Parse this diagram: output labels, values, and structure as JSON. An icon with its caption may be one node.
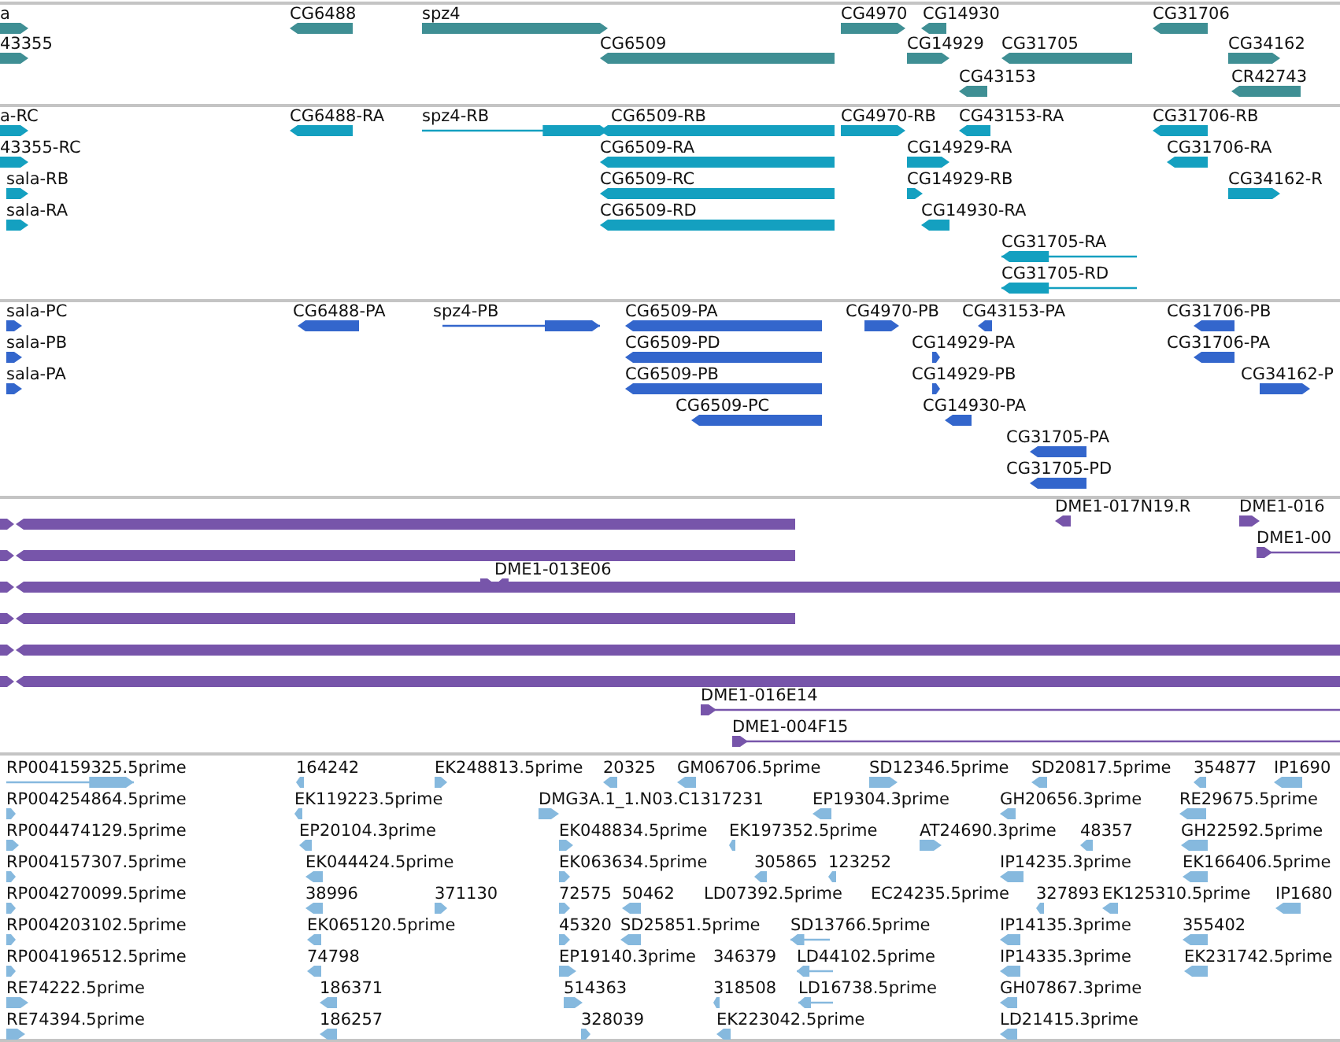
{
  "diagram": {
    "labels": [
      "a",
      "CG6488",
      "spz4",
      "CG4970",
      "CG14930",
      "CG31706",
      "43355",
      "CG6509",
      "CG14929",
      "CG31705",
      "CG34162",
      "CG43153",
      "CR42743",
      "a-RC",
      "CG6488-RA",
      "spz4-RB",
      "CG6509-RB",
      "CG4970-RB",
      "CG43153-RA",
      "CG31706-RB",
      "43355-RC",
      "CG6509-RA",
      "CG14929-RA",
      "CG31706-RA",
      "sala-RB",
      "CG6509-RC",
      "CG14929-RB",
      "CG34162-R",
      "sala-RA",
      "CG6509-RD",
      "CG14930-RA",
      "CG31705-RA",
      "CG31705-RD",
      "sala-PC",
      "CG6488-PA",
      "spz4-PB",
      "CG6509-PA",
      "CG4970-PB",
      "CG43153-PA",
      "CG31706-PB",
      "sala-PB",
      "CG6509-PD",
      "CG14929-PA",
      "CG31706-PA",
      "sala-PA",
      "CG6509-PB",
      "CG14929-PB",
      "CG34162-P",
      "CG6509-PC",
      "CG14930-PA",
      "CG31705-PA",
      "CG31705-PD",
      "DME1-017N19.R",
      "DME1-016",
      "DME1-00",
      "DME1-013E06",
      "DME1-016E14",
      "DME1-004F15",
      "RP004159325.5prime",
      "164242",
      "EK248813.5prime",
      "20325",
      "GM06706.5prime",
      "SD12346.5prime",
      "SD20817.5prime",
      "354877",
      "IP1690",
      "RP004254864.5prime",
      "EK119223.5prime",
      "DMG3A.1_1.N03.C1317231",
      "EP19304.3prime",
      "GH20656.3prime",
      "RE29675.5prime",
      "RP004474129.5prime",
      "EP20104.3prime",
      "EK048834.5prime",
      "EK197352.5prime",
      "AT24690.3prime",
      "48357",
      "GH22592.5prime",
      "RP004157307.5prime",
      "EK044424.5prime",
      "EK063634.5prime",
      "305865",
      "123252",
      "IP14235.3prime",
      "EK166406.5prime",
      "RP004270099.5prime",
      "38996",
      "371130",
      "72575",
      "50462",
      "LD07392.5prime",
      "EC24235.5prime",
      "327893",
      "EK125310.5prime",
      "IP1680",
      "RP004203102.5prime",
      "EK065120.5prime",
      "45320",
      "SD25851.5prime",
      "SD13766.5prime",
      "IP14135.3prime",
      "355402",
      "RP004196512.5prime",
      "74798",
      "EP19140.3prime",
      "346379",
      "LD44102.5prime",
      "IP14335.3prime",
      "EK231742.5prime",
      "RE74222.5prime",
      "186371",
      "514363",
      "318508",
      "LD16738.5prime",
      "GH07867.3prime",
      "RE74394.5prime",
      "186257",
      "328039",
      "EK223042.5prime",
      "LD21415.3prime"
    ]
  }
}
